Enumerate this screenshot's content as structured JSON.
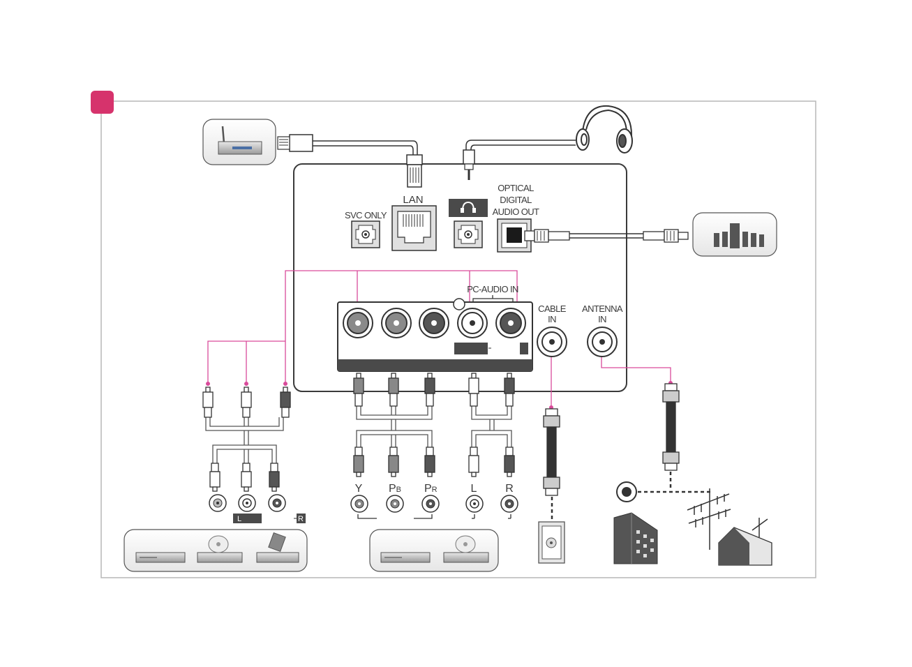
{
  "labels": {
    "svc_only": "SVC ONLY",
    "lan": "LAN",
    "optical_line1": "OPTICAL",
    "optical_line2": "DIGITAL",
    "optical_line3": "AUDIO OUT",
    "pc_audio_in": "PC-AUDIO IN",
    "cable_in_line1": "CABLE",
    "cable_in_line2": "IN",
    "antenna_in_line1": "ANTENNA",
    "antenna_in_line2": "IN",
    "composite_left": "L",
    "composite_right": "R",
    "component_y": "Y",
    "component_pb_main": "P",
    "component_pb_sub": "B",
    "component_pr_main": "P",
    "component_pr_sub": "R",
    "audio_l": "L",
    "audio_r": "R"
  },
  "colors": {
    "accent_pink": "#d6336c",
    "frame_grey": "#b7b7b7",
    "panel_dark": "#4a4a4a",
    "signal_line": "#d94a9a"
  },
  "icons": {
    "headphone": "headphone-icon",
    "router": "router-icon",
    "speaker_system": "speaker-system-icon",
    "dvd_player": "dvd-player-icon",
    "wall_jack": "wall-jack-icon",
    "building": "building-icon",
    "antenna": "antenna-icon",
    "house": "house-icon"
  }
}
